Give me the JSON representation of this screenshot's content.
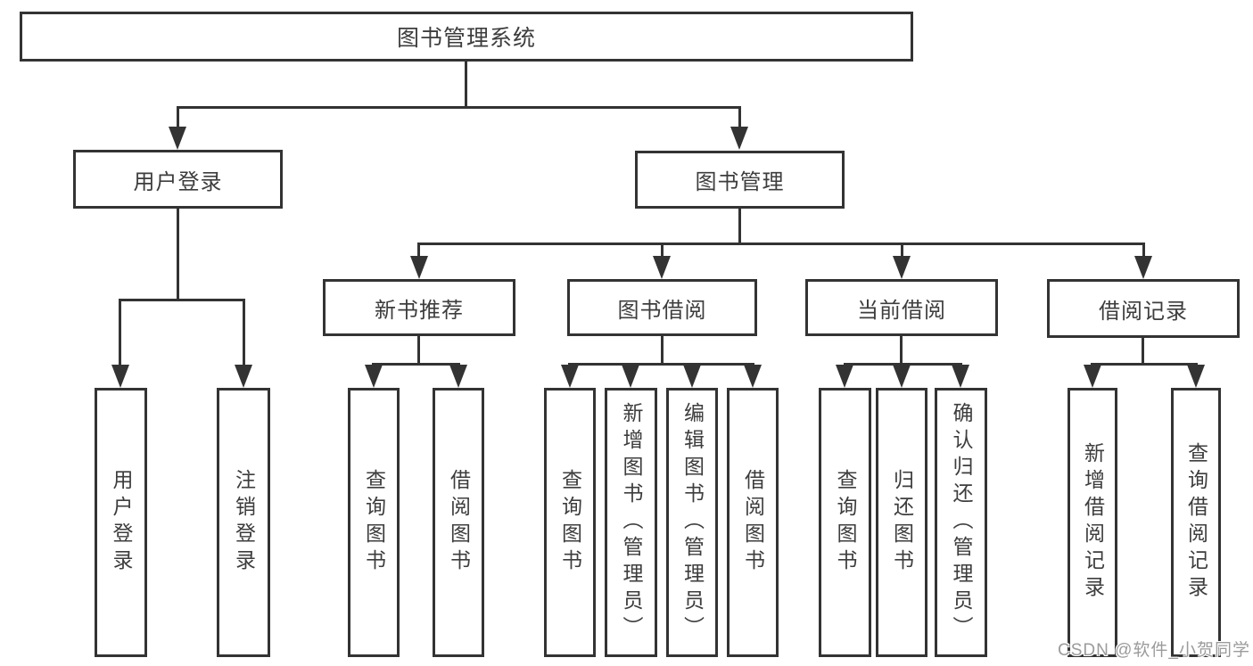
{
  "diagram_type": "functional-structure-tree",
  "colors": {
    "line": "#333333",
    "node_border": "#333333",
    "node_fill": "#ffffff",
    "text": "#3d3d3d",
    "watermark": "#9b9b9b"
  },
  "watermark": {
    "text": "CSDN @软件_小贺同学"
  },
  "tree": {
    "label": "图书管理系统",
    "children": [
      {
        "label": "用户登录",
        "children": [
          {
            "label": "用户登录"
          },
          {
            "label": "注销登录"
          }
        ]
      },
      {
        "label": "图书管理",
        "children": [
          {
            "label": "新书推荐",
            "children": [
              {
                "label": "查询图书"
              },
              {
                "label": "借阅图书"
              }
            ]
          },
          {
            "label": "图书借阅",
            "children": [
              {
                "label": "查询图书"
              },
              {
                "label": "新增图书（管理员）"
              },
              {
                "label": "编辑图书（管理员）"
              },
              {
                "label": "借阅图书"
              }
            ]
          },
          {
            "label": "当前借阅",
            "children": [
              {
                "label": "查询图书"
              },
              {
                "label": "归还图书"
              },
              {
                "label": "确认归还（管理员）"
              }
            ]
          },
          {
            "label": "借阅记录",
            "children": [
              {
                "label": "新增借阅记录"
              },
              {
                "label": "查询借阅记录"
              }
            ]
          }
        ]
      }
    ]
  }
}
